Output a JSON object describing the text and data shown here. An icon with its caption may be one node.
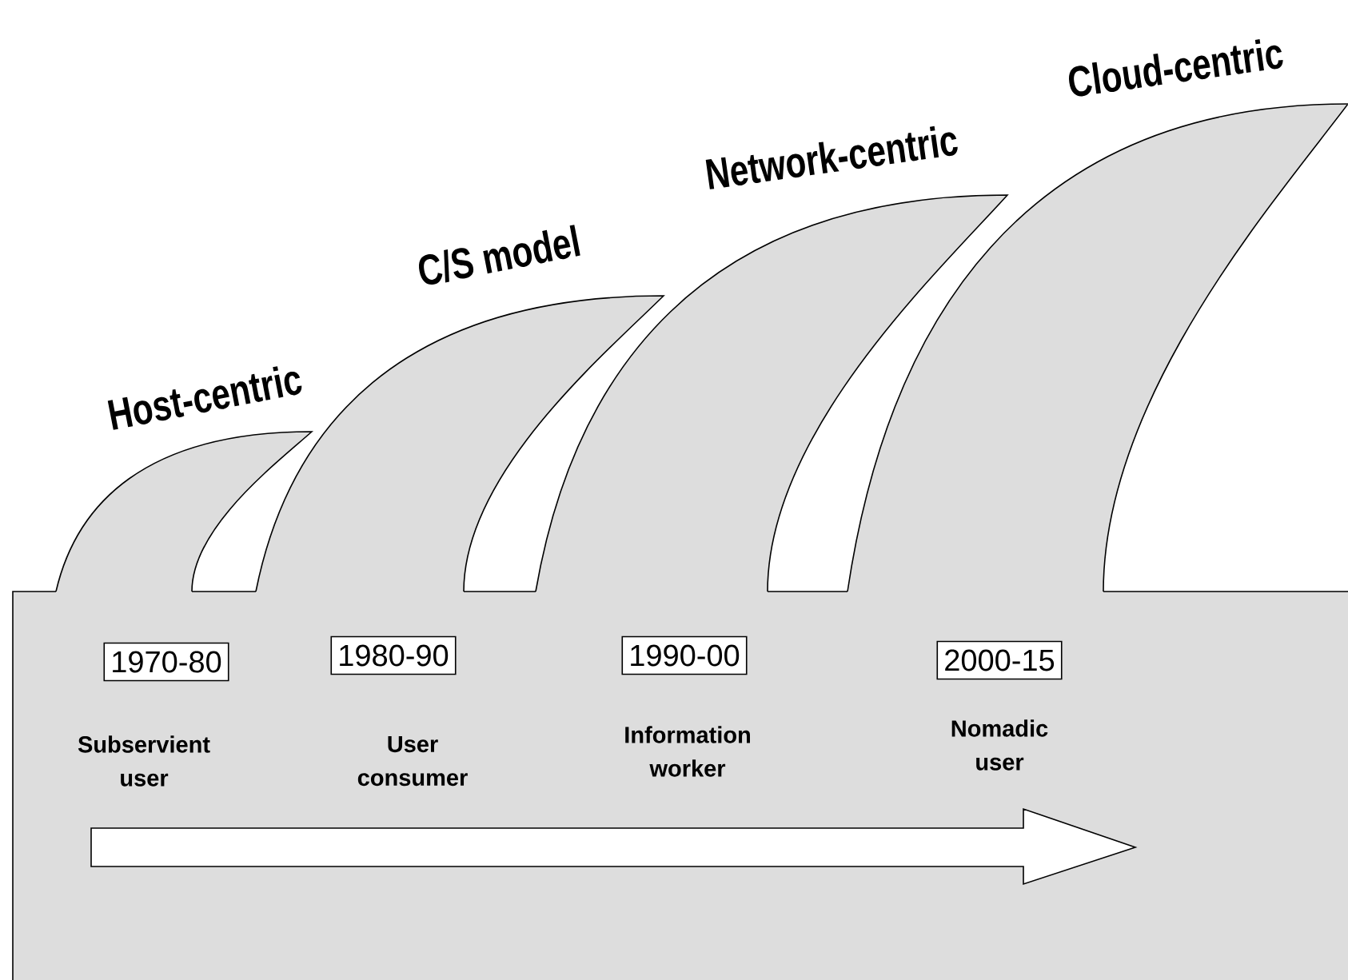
{
  "diagram": {
    "nodes": [
      {
        "text": [
          "Host-centric"
        ]
      },
      {
        "text": [
          "C/S model"
        ]
      },
      {
        "text": [
          "Network-centric"
        ]
      },
      {
        "text": [
          "Cloud-centric"
        ]
      },
      {
        "text": [
          "1970-80"
        ],
        "beside": [
          "Subservient user"
        ]
      },
      {
        "text": [
          "1980-90"
        ],
        "beside": [
          "User consumer"
        ]
      },
      {
        "text": [
          "1990-00"
        ],
        "beside": [
          "Information worker"
        ]
      },
      {
        "text": [
          "2000-15"
        ],
        "beside": [
          "Nomadic user"
        ]
      }
    ],
    "edges": []
  }
}
